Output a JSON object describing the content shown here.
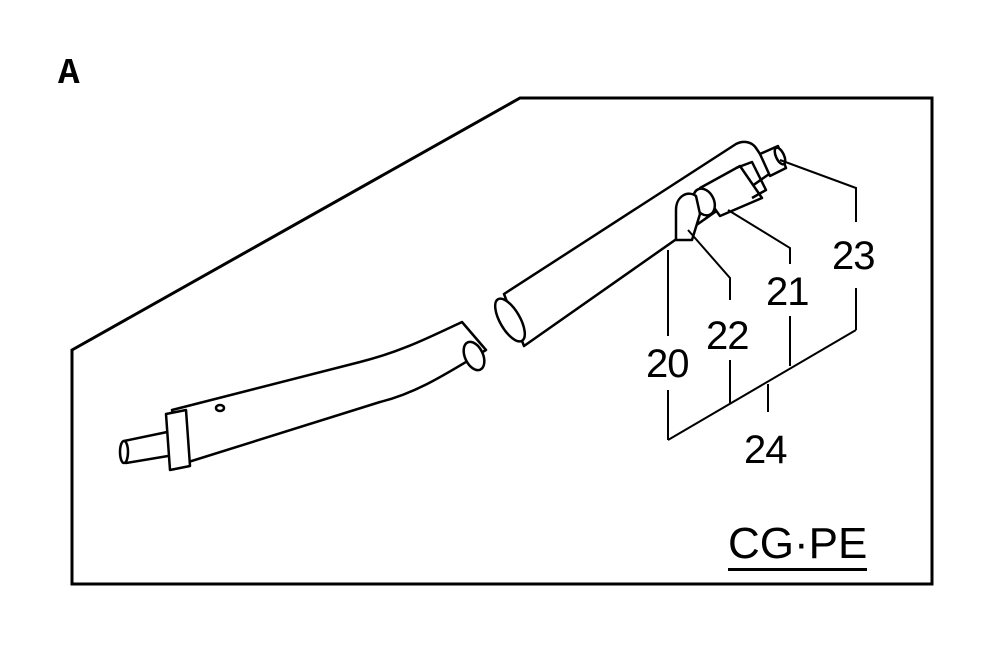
{
  "section_letter": "A",
  "variant_code": "CG·PE",
  "part_numbers": {
    "p20": "20",
    "p21": "21",
    "p22": "22",
    "p23": "23",
    "p24": "24"
  },
  "colors": {
    "line": "#000000",
    "background": "#ffffff"
  }
}
